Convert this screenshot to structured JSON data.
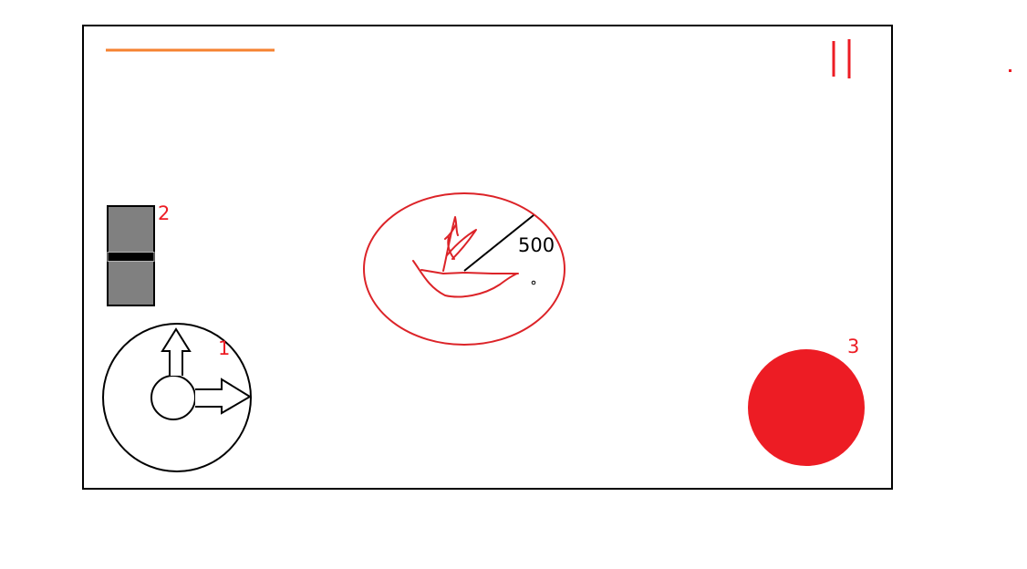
{
  "hud": {
    "health_fraction": 1.0,
    "health_color": "#f58230",
    "pause_icon": "pause-icon",
    "accent_color": "#ed1c24"
  },
  "controls": {
    "joystick": {
      "label": "1",
      "icon": "move-joystick-icon"
    },
    "throttle": {
      "label": "2",
      "level_fraction": 0.5,
      "color": "#808080"
    },
    "fire_button": {
      "label": "3",
      "icon": "fire-button-icon",
      "color": "#ed1c24"
    }
  },
  "radar": {
    "distance_readout": "500",
    "icon": "bird-sketch-icon"
  }
}
